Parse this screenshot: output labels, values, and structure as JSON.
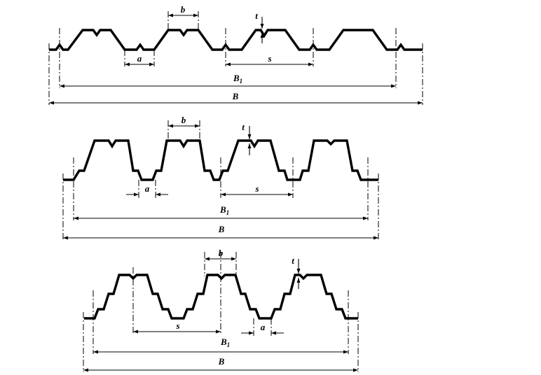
{
  "labels": {
    "a": "a",
    "b": "b",
    "s": "s",
    "t": "t",
    "b1": "B",
    "b1_sub": "1",
    "B": "B"
  }
}
